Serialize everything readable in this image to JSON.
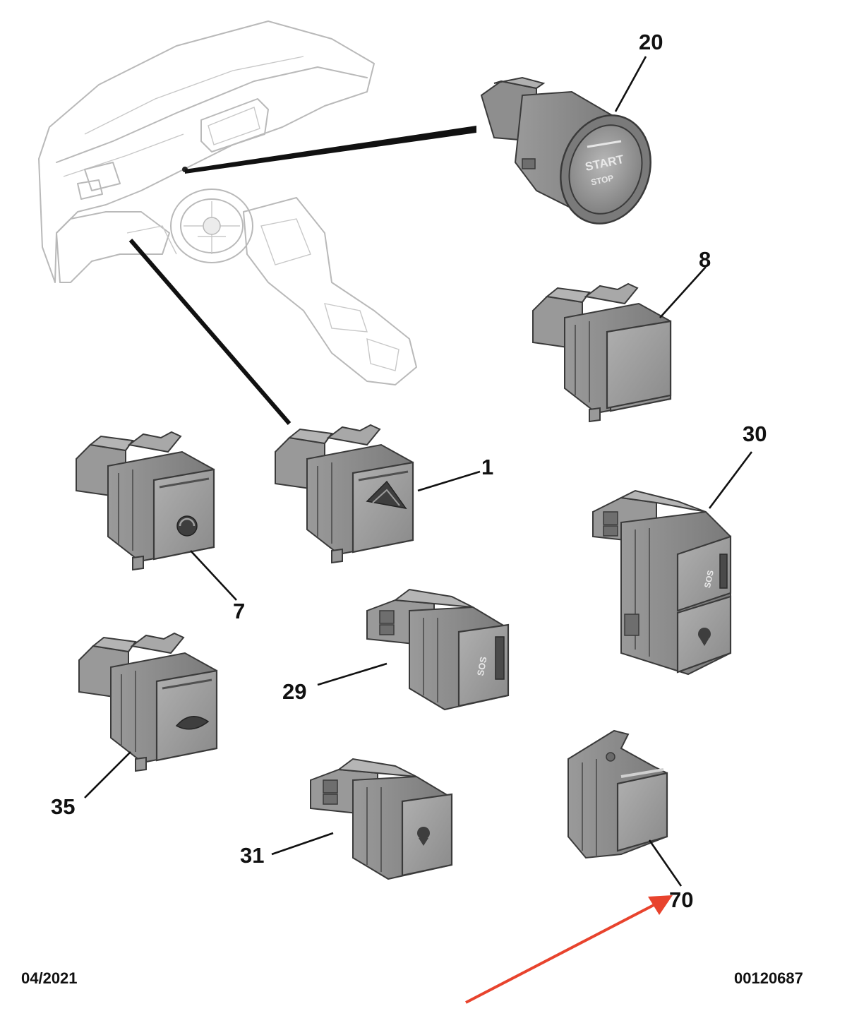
{
  "diagram": {
    "callouts": {
      "c20": "20",
      "c8": "8",
      "c30": "30",
      "c1": "1",
      "c7": "7",
      "c29": "29",
      "c35": "35",
      "c31": "31",
      "c70": "70"
    },
    "start_button": {
      "line1": "START",
      "line2": "STOP"
    },
    "sos_label": "SOS",
    "footer": {
      "date": "04/2021",
      "reference": "00120687"
    },
    "colors": {
      "part_body": "#8c8c8c",
      "part_face": "#9e9e9e",
      "outline": "#3a3a3a",
      "dashboard_outline": "#b9b9b9",
      "arrow": "#e8432d"
    }
  }
}
